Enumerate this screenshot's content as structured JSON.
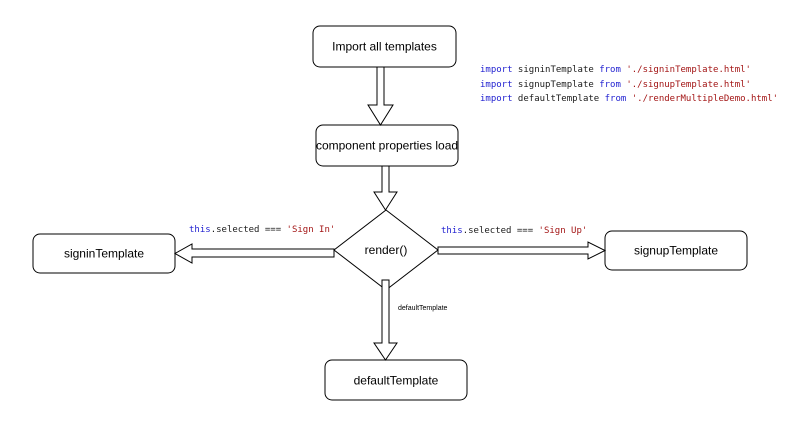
{
  "nodes": {
    "import_all": "Import all templates",
    "component_load": "component properties load",
    "render": "render()",
    "signin": "signinTemplate",
    "signup": "signupTemplate",
    "default": "defaultTemplate"
  },
  "imports": [
    {
      "kw": "import",
      "name": " signinTemplate ",
      "from": "from",
      "path": " './signinTemplate.html'"
    },
    {
      "kw": "import",
      "name": " signupTemplate ",
      "from": "from",
      "path": " './signupTemplate.html'"
    },
    {
      "kw": "import",
      "name": " defaultTemplate ",
      "from": "from",
      "path": " './renderMultipleDemo.html'"
    }
  ],
  "conditions": {
    "signin": {
      "kw": "this",
      "rest": ".selected === ",
      "str": "'Sign In'"
    },
    "signup": {
      "kw": "this",
      "rest": ".selected === ",
      "str": "'Sign Up'"
    },
    "default": "defaultTemplate"
  },
  "colors": {
    "keyword": "#1f1fd0",
    "string": "#a31515",
    "stroke": "#000000"
  }
}
